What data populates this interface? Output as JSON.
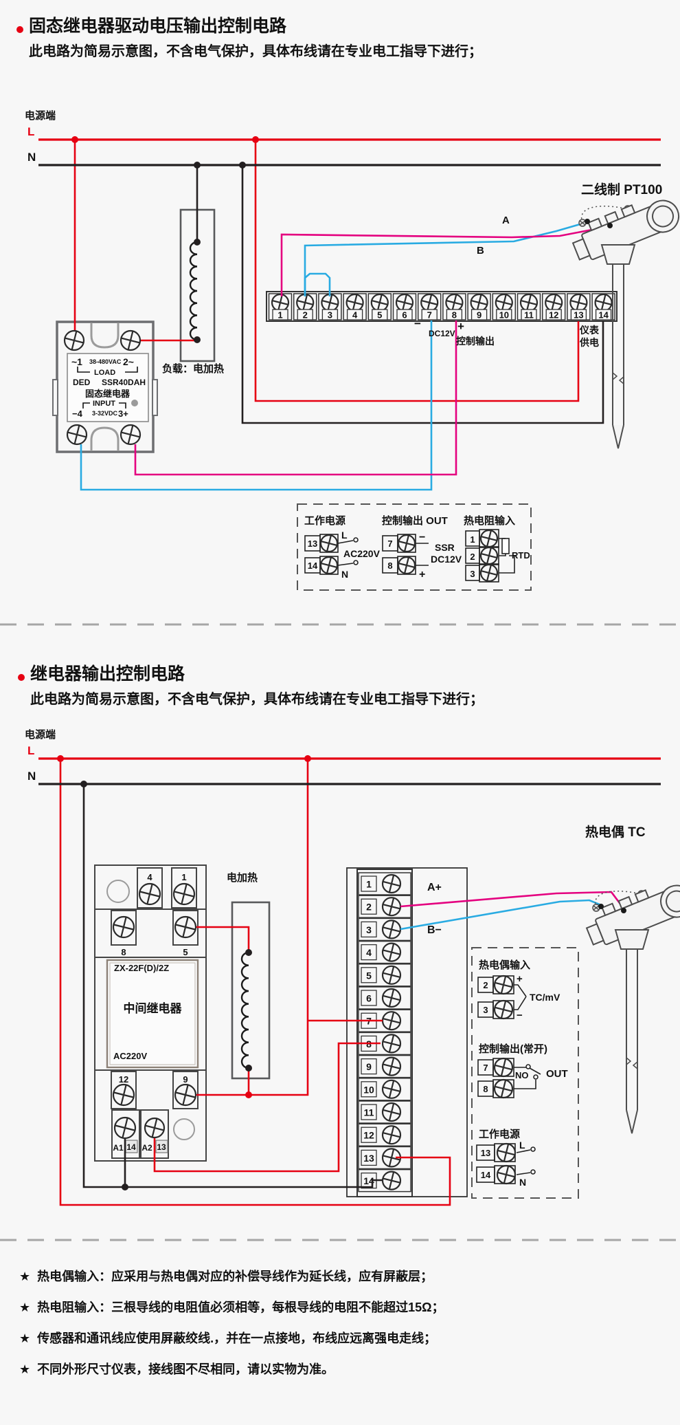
{
  "colors": {
    "red": "#e60012",
    "magenta": "#e4007f",
    "blue": "#29abe2",
    "black": "#231f20",
    "outline_gray": "#58595b",
    "panel_border": "#8c8177",
    "separator_gray": "#a6a6a6",
    "background": "#f7f7f7"
  },
  "sec1": {
    "title": "固态继电器驱动电压输出控制电路",
    "subtitle": "此电路为简易示意图，不含电气保护，具体布线请在专业电工指导下进行；",
    "power_label": "电源端",
    "line_l": "L",
    "line_n": "N",
    "sensor_label": "二线制 PT100",
    "wire_a": "A",
    "wire_b": "B",
    "load_label": "负载：电加热",
    "ssr": {
      "top_left": "~1",
      "top_voltage": "38-480VAC",
      "top_right": "2~",
      "load": "LOAD",
      "brand": "DED",
      "model": "SSR40DAH",
      "name": "固态继电器",
      "input": "INPUT",
      "in_left": "−4",
      "in_voltage": "3-32VDC",
      "in_right": "3+"
    },
    "strip": {
      "numbers": [
        "1",
        "2",
        "3",
        "4",
        "5",
        "6",
        "7",
        "8",
        "9",
        "10",
        "11",
        "12",
        "13",
        "14"
      ]
    },
    "strip_notes": {
      "minus": "−",
      "plus": "+",
      "dc12v": "DC12V",
      "ctrl": "控制输出",
      "meter1": "仪表",
      "meter2": "供电"
    },
    "legend": {
      "power": {
        "title": "工作电源",
        "t13": "13",
        "t14": "14",
        "l": "L",
        "n": "N",
        "ac": "AC220V"
      },
      "out": {
        "title": "控制输出 OUT",
        "t7": "7",
        "t8": "8",
        "minus": "−",
        "plus": "+",
        "ssr": "SSR",
        "dc": "DC12V"
      },
      "rtd": {
        "title": "热电阻输入",
        "t1": "1",
        "t2": "2",
        "t3": "3",
        "rtd": "RTD"
      }
    }
  },
  "sec2": {
    "title": "继电器输出控制电路",
    "subtitle": "此电路为简易示意图，不含电气保护，具体布线请在专业电工指导下进行；",
    "power_label": "电源端",
    "line_l": "L",
    "line_n": "N",
    "sensor_label": "热电偶 TC",
    "heater_label": "电加热",
    "aplus": "A+",
    "bminus": "B−",
    "relay": {
      "t4": "4",
      "t1": "1",
      "t8": "8",
      "t5": "5",
      "model": "ZX-22F(D)/2Z",
      "name": "中间继电器",
      "voltage": "AC220V",
      "t12": "12",
      "t9": "9",
      "a1": "A1",
      "b14": "14",
      "a2": "A2",
      "b13": "13"
    },
    "strip": {
      "numbers": [
        "1",
        "2",
        "3",
        "4",
        "5",
        "6",
        "7",
        "8",
        "9",
        "10",
        "11",
        "12",
        "13",
        "14"
      ]
    },
    "legend": {
      "tc": {
        "title": "热电偶输入",
        "t2": "2",
        "t3": "3",
        "plus": "+",
        "minus": "−",
        "sig": "TC/mV"
      },
      "out": {
        "title": "控制输出(常开)",
        "t7": "7",
        "t8": "8",
        "no": "NO",
        "out": "OUT"
      },
      "power": {
        "title": "工作电源",
        "t13": "13",
        "t14": "14",
        "l": "L",
        "n": "N"
      }
    }
  },
  "footnotes": [
    {
      "bullet": "★",
      "text": "热电偶输入：应采用与热电偶对应的补偿导线作为延长线，应有屏蔽层；"
    },
    {
      "bullet": "★",
      "text": "热电阻输入：三根导线的电阻值必须相等，每根导线的电阻不能超过15Ω；"
    },
    {
      "bullet": "★",
      "text": "传感器和通讯线应使用屏蔽绞线.，并在一点接地，布线应远离强电走线；"
    },
    {
      "bullet": "★",
      "text": "不同外形尺寸仪表，接线图不尽相同，请以实物为准。"
    }
  ]
}
